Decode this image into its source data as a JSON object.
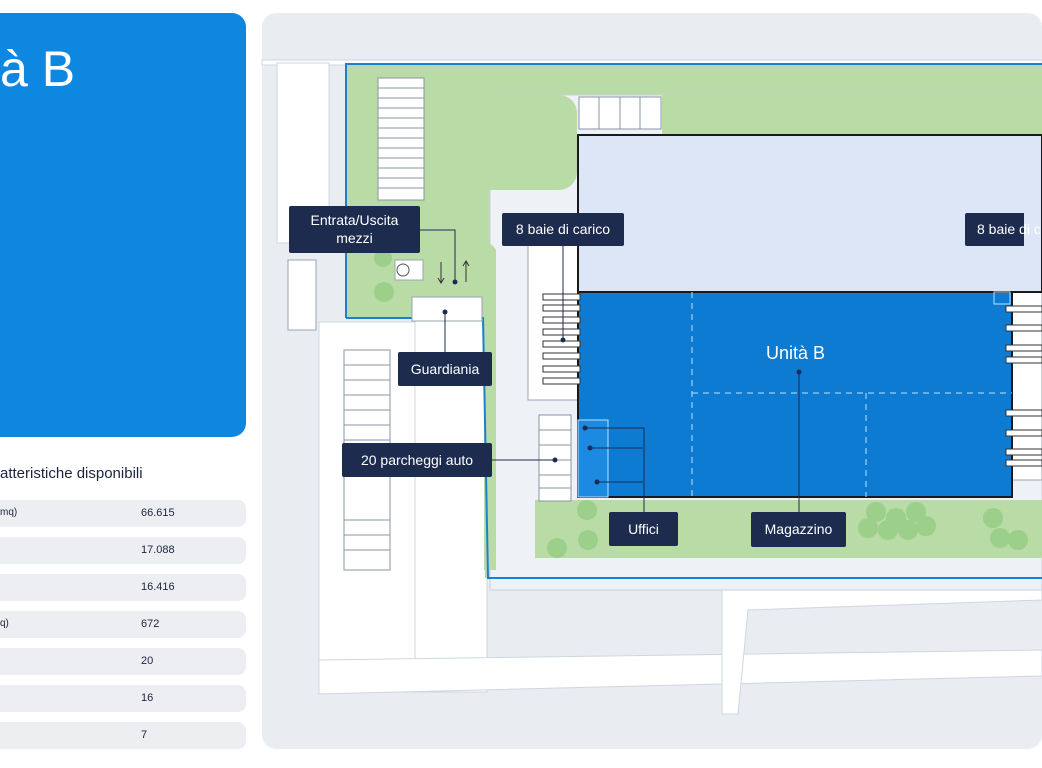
{
  "header": {
    "title": "à B"
  },
  "table": {
    "title": "atteristiche disponibili",
    "rows": [
      {
        "key": "mq)",
        "value": "66.615"
      },
      {
        "key": "",
        "value": "17.088"
      },
      {
        "key": "",
        "value": "16.416"
      },
      {
        "key": "q)",
        "value": "672"
      },
      {
        "key": "",
        "value": "20"
      },
      {
        "key": "",
        "value": "16"
      },
      {
        "key": "",
        "value": "7"
      }
    ]
  },
  "map": {
    "labels": {
      "entrance_line1": "Entrata/Uscita",
      "entrance_line2": "mezzi",
      "docks_left": "8 baie di carico",
      "docks_right": "8 baie di c",
      "guardhouse": "Guardiania",
      "parking": "20 parcheggi auto",
      "offices": "Uffici",
      "warehouse": "Magazzino",
      "unit": "Unità B"
    },
    "colors": {
      "unit_fill": "#0d7bd2",
      "building_light": "#dce6f7",
      "green": "#b9dba6",
      "label_bg": "#1d2b4f",
      "boundary": "#1c7fcf"
    }
  }
}
